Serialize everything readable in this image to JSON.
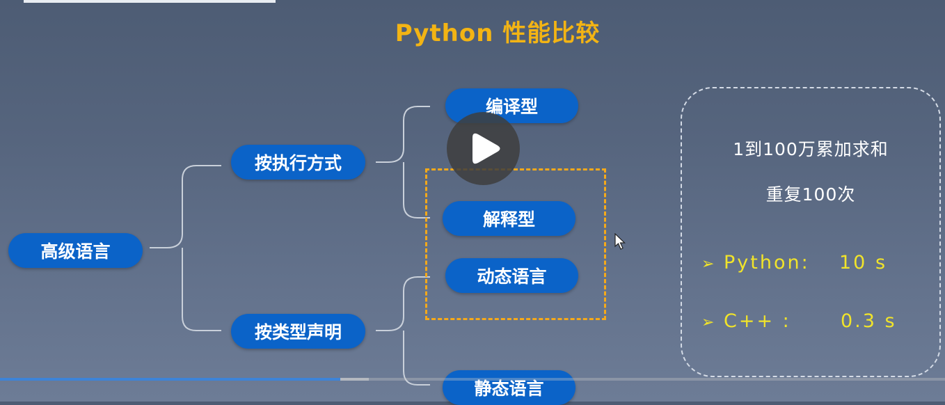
{
  "title": "Python 性能比较",
  "nodes": {
    "root": "高级语言",
    "by_execution": "按执行方式",
    "by_type_declaration": "按类型声明",
    "compiled": "编译型",
    "interpreted": "解释型",
    "dynamic": "动态语言",
    "static": "静态语言"
  },
  "info": {
    "line1": "1到100万累加求和",
    "line2": "重复100次",
    "benchmarks": [
      {
        "label": "Python:",
        "value": "10 s"
      },
      {
        "label": "C++ :",
        "value": "0.3 s"
      }
    ],
    "bullet_icon": "arrowhead-bullet-icon"
  },
  "colors": {
    "title": "#f3b414",
    "pill": "#0b63c8",
    "highlight_box": "#f5a91a",
    "benchmark_text": "#f1e42a"
  },
  "player": {
    "play_icon": "play-icon",
    "progress_fraction": 0.36,
    "buffered_fraction": 0.39
  }
}
